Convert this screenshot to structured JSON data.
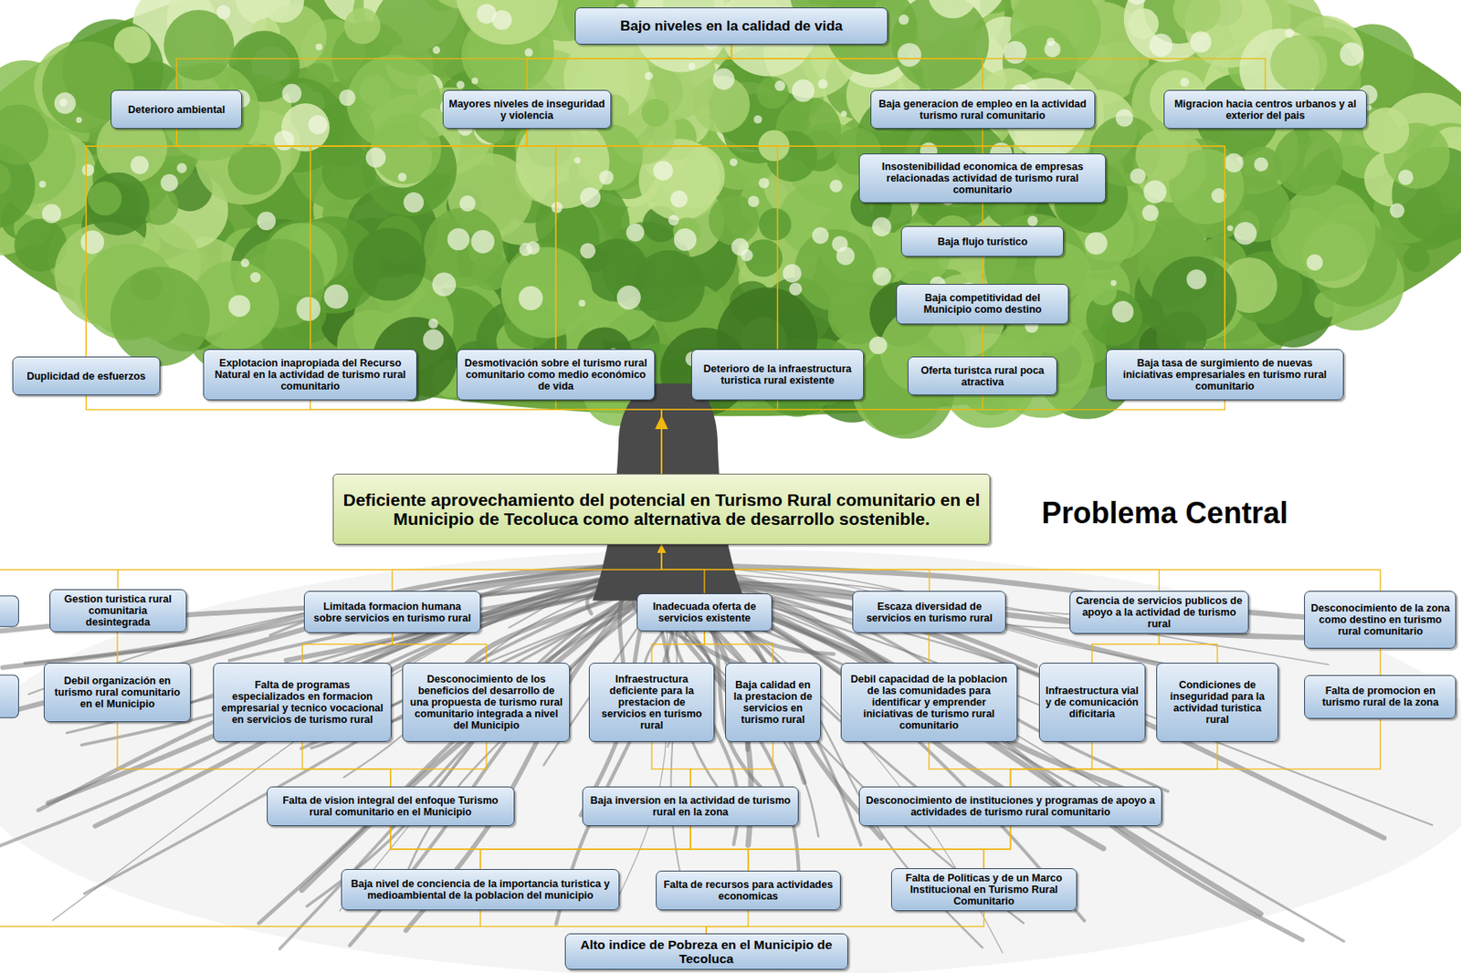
{
  "diagram": {
    "nodes": [
      {
        "text": [
          "Bajo niveles en la calidad de vida"
        ]
      },
      {
        "text": [
          "Deterioro ambiental"
        ]
      },
      {
        "text": [
          "Mayores niveles de inseguridad y violencia"
        ]
      },
      {
        "text": [
          "Baja generacion de empleo en la actividad turismo rural comunitario"
        ]
      },
      {
        "text": [
          "Migracion hacia centros urbanos y al exterior del pais"
        ]
      },
      {
        "text": [
          "Insostenibilidad economica de empresas relacionadas actividad de turismo rural comunitario"
        ]
      },
      {
        "text": [
          "Baja flujo turístico"
        ]
      },
      {
        "text": [
          "Baja competitividad del Municipio como destino"
        ]
      },
      {
        "text": [
          "Duplicidad de esfuerzos"
        ]
      },
      {
        "text": [
          "Explotacion inapropiada del Recurso Natural en la actividad de turismo rural comunitario"
        ]
      },
      {
        "text": [
          "Desmotivación sobre el turismo rural comunitario como medio económico de vida"
        ]
      },
      {
        "text": [
          "Deterioro de la infraestructura turistica rural existente"
        ]
      },
      {
        "text": [
          "Oferta turistca rural poca atractiva"
        ]
      },
      {
        "text": [
          "Baja tasa de surgimiento de nuevas iniciativas empresariales en turismo rural comunitario"
        ]
      },
      {
        "text": [
          "Deficiente aprovechamiento del potencial en Turismo Rural comunitario en el Municipio de Tecoluca como alternativa de desarrollo sostenible."
        ]
      },
      {
        "text": [
          "Gestion turistica rural comunitaria desintegrada"
        ]
      },
      {
        "text": [
          "Limitada formacion humana sobre servicios en turismo rural"
        ]
      },
      {
        "text": [
          "Inadecuada oferta de servicios existente"
        ]
      },
      {
        "text": [
          "Escaza diversidad de servicios en turismo rural"
        ]
      },
      {
        "text": [
          "Carencia de servicios publicos de apoyo a la actividad de turismo rural"
        ]
      },
      {
        "text": [
          "Desconocimiento de la zona como destino en turismo rural comunitario"
        ]
      },
      {
        "text": [
          "Debil organización en turismo rural comunitario en el Municipio"
        ]
      },
      {
        "text": [
          "Falta de programas especializados en formacion empresarial y tecnico vocacional en servicios de turismo rural"
        ]
      },
      {
        "text": [
          "Desconocimiento de los beneficios del desarrollo de una propuesta de turismo rural comunitario integrada a nivel del Municipio"
        ]
      },
      {
        "text": [
          "Infraestructura deficiente para la prestacion de servicios en turismo rural"
        ]
      },
      {
        "text": [
          "Baja calidad en la prestacion de servicios en turismo rural"
        ]
      },
      {
        "text": [
          "Debil capacidad de la poblacion de las comunidades para identificar y emprender iniciativas de turismo rural comunitario"
        ]
      },
      {
        "text": [
          "Infraestructura vial y de comunicación dificitaria"
        ]
      },
      {
        "text": [
          "Condiciones de inseguridad para la actividad turistica rural"
        ]
      },
      {
        "text": [
          "Falta de promocion en turismo rural de la zona"
        ]
      },
      {
        "text": [
          "Falta de vision integral del enfoque Turismo rural comunitario en el Municipio"
        ]
      },
      {
        "text": [
          "Baja inversion en la actividad de turismo rural en la zona"
        ]
      },
      {
        "text": [
          "Desconocimiento de instituciones y programas de apoyo a actividades de turismo rural comunitario"
        ]
      },
      {
        "text": [
          "Baja nivel de conciencia de la importancia turistica y medioambiental de la poblacion del municipio"
        ]
      },
      {
        "text": [
          "Falta de recursos para actividades economicas"
        ]
      },
      {
        "text": [
          "Falta de Politicas y de un Marco Institucional en Turismo Rural Comunitario"
        ]
      },
      {
        "text": [
          "Alto indice de Pobreza en el Municipio de Tecoluca"
        ]
      }
    ],
    "edges": [
      {
        "from": 1,
        "to": 0,
        "arrow": "none"
      },
      {
        "from": 2,
        "to": 0,
        "arrow": "none"
      },
      {
        "from": 3,
        "to": 0,
        "arrow": "none"
      },
      {
        "from": 4,
        "to": 0,
        "arrow": "none"
      },
      {
        "from": 5,
        "to": 3,
        "arrow": "none"
      },
      {
        "from": 6,
        "to": 5,
        "arrow": "none"
      },
      {
        "from": 7,
        "to": 6,
        "arrow": "none"
      },
      {
        "from": 12,
        "to": 7,
        "arrow": "none"
      },
      {
        "from": 8,
        "to": 1,
        "arrow": "none"
      },
      {
        "from": 8,
        "to": 2,
        "arrow": "none"
      },
      {
        "from": 9,
        "to": 1,
        "arrow": "none"
      },
      {
        "from": 9,
        "to": 2,
        "arrow": "none"
      },
      {
        "from": 10,
        "to": 1,
        "arrow": "none"
      },
      {
        "from": 10,
        "to": 2,
        "arrow": "none"
      },
      {
        "from": 11,
        "to": 1,
        "arrow": "none"
      },
      {
        "from": 11,
        "to": 2,
        "arrow": "none"
      },
      {
        "from": 13,
        "to": 1,
        "arrow": "none"
      },
      {
        "from": 13,
        "to": 2,
        "arrow": "none"
      },
      {
        "from": 14,
        "to": 8,
        "arrow": "none"
      },
      {
        "from": 14,
        "to": 9,
        "arrow": "none"
      },
      {
        "from": 14,
        "to": 10,
        "arrow": "none"
      },
      {
        "from": 14,
        "to": 11,
        "arrow": "none"
      },
      {
        "from": 14,
        "to": 12,
        "arrow": "none"
      },
      {
        "from": 14,
        "to": 13,
        "arrow": "none"
      },
      {
        "from": 15,
        "to": 14,
        "arrow": "to"
      },
      {
        "from": 16,
        "to": 14,
        "arrow": "to"
      },
      {
        "from": 17,
        "to": 14,
        "arrow": "to"
      },
      {
        "from": 18,
        "to": 14,
        "arrow": "to"
      },
      {
        "from": 19,
        "to": 14,
        "arrow": "to"
      },
      {
        "from": 20,
        "to": 14,
        "arrow": "to"
      },
      {
        "from": 21,
        "to": 15,
        "arrow": "none"
      },
      {
        "from": 22,
        "to": 16,
        "arrow": "none"
      },
      {
        "from": 23,
        "to": 16,
        "arrow": "none"
      },
      {
        "from": 24,
        "to": 17,
        "arrow": "none"
      },
      {
        "from": 25,
        "to": 17,
        "arrow": "none"
      },
      {
        "from": 26,
        "to": 18,
        "arrow": "none"
      },
      {
        "from": 27,
        "to": 19,
        "arrow": "none"
      },
      {
        "from": 28,
        "to": 19,
        "arrow": "none"
      },
      {
        "from": 29,
        "to": 20,
        "arrow": "none"
      },
      {
        "from": 30,
        "to": 21,
        "arrow": "none"
      },
      {
        "from": 30,
        "to": 22,
        "arrow": "none"
      },
      {
        "from": 30,
        "to": 23,
        "arrow": "none"
      },
      {
        "from": 31,
        "to": 24,
        "arrow": "none"
      },
      {
        "from": 31,
        "to": 25,
        "arrow": "none"
      },
      {
        "from": 32,
        "to": 26,
        "arrow": "none"
      },
      {
        "from": 32,
        "to": 27,
        "arrow": "none"
      },
      {
        "from": 32,
        "to": 28,
        "arrow": "none"
      },
      {
        "from": 32,
        "to": 29,
        "arrow": "none"
      },
      {
        "from": 33,
        "to": 30,
        "arrow": "none"
      },
      {
        "from": 33,
        "to": 31,
        "arrow": "none"
      },
      {
        "from": 33,
        "to": 32,
        "arrow": "none"
      },
      {
        "from": 34,
        "to": 30,
        "arrow": "none"
      },
      {
        "from": 34,
        "to": 31,
        "arrow": "none"
      },
      {
        "from": 34,
        "to": 32,
        "arrow": "none"
      },
      {
        "from": 35,
        "to": 30,
        "arrow": "none"
      },
      {
        "from": 35,
        "to": 31,
        "arrow": "none"
      },
      {
        "from": 35,
        "to": 32,
        "arrow": "none"
      },
      {
        "from": 36,
        "to": 33,
        "arrow": "none"
      },
      {
        "from": 36,
        "to": 34,
        "arrow": "none"
      },
      {
        "from": 36,
        "to": 35,
        "arrow": "none"
      }
    ],
    "labels": [
      "Problema Central"
    ]
  }
}
